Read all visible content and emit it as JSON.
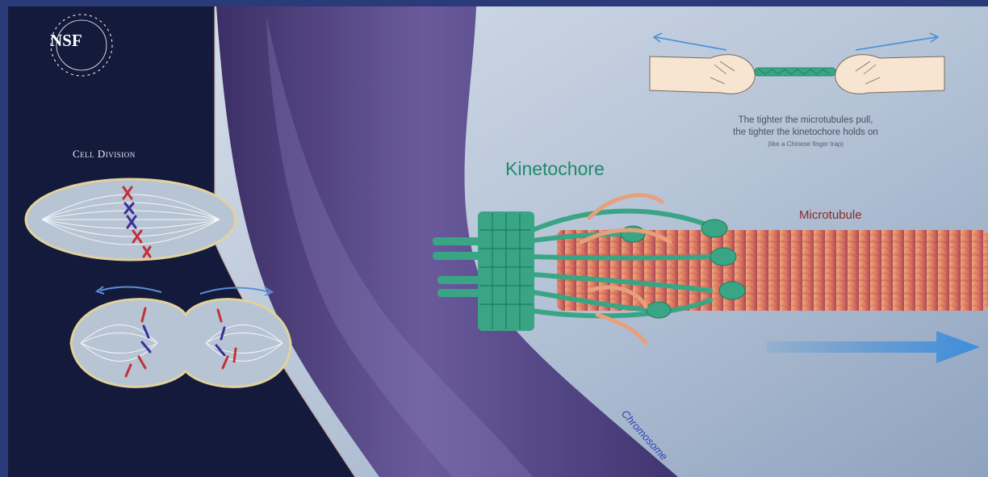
{
  "logo": {
    "text": "NSF"
  },
  "left_panel": {
    "title": "Cell Division"
  },
  "labels": {
    "kinetochore": "Kinetochore",
    "microtubule": "Microtubule",
    "chromosome": "Chromosome"
  },
  "inset": {
    "caption_line1": "The tighter the microtubules pull,",
    "caption_line2": "the tighter the kinetochore holds on",
    "caption_note": "(like a Chinese finger trap)"
  },
  "colors": {
    "panel": "#141a3c",
    "background": "#b8c6d9",
    "chromosome": "#4d3d80",
    "kinetochore": "#3aa585",
    "microtubule": "#e0906a",
    "arrow": "#3e8edb",
    "cell_fill": "#b7c4d3",
    "cell_border": "#e2d29b"
  }
}
